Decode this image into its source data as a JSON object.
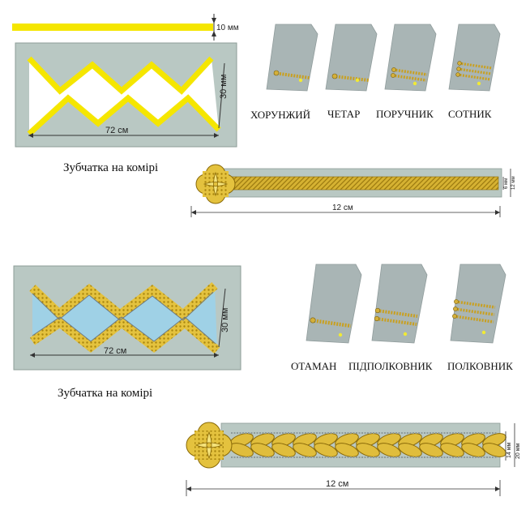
{
  "colors": {
    "panel": "#b9c8c3",
    "panel_stroke": "#8d9c97",
    "strap": "#a7b3b3",
    "gold": "#f5e600",
    "gold_dark": "#c8a200",
    "blue": "#9fd1e6",
    "braid": "#d9b43a"
  },
  "top": {
    "stripe_dim": "10 мм",
    "collar": {
      "height": "30 мм",
      "width": "72 см",
      "caption": "Зубчатка на комірі"
    },
    "ranks": [
      "ХОРУНЖИЙ",
      "ЧЕТАР",
      "ПОРУЧНИК",
      "СОТНИК"
    ],
    "ranks_stripes": [
      1,
      1,
      2,
      3
    ],
    "cord": {
      "length": "12 см",
      "dim_inner": "6 мм",
      "dim_outer": "12 мм"
    }
  },
  "bottom": {
    "collar": {
      "height": "30 мм",
      "width": "72 см",
      "caption": "Зубчатка на комірі"
    },
    "ranks": [
      "ОТАМАН",
      "ПІДПОЛКОВНИК",
      "ПОЛКОВНИК"
    ],
    "ranks_stripes": [
      1,
      2,
      3
    ],
    "cord": {
      "length": "12 см",
      "dim_inner": "14 мм",
      "dim_outer": "20 мм"
    }
  }
}
